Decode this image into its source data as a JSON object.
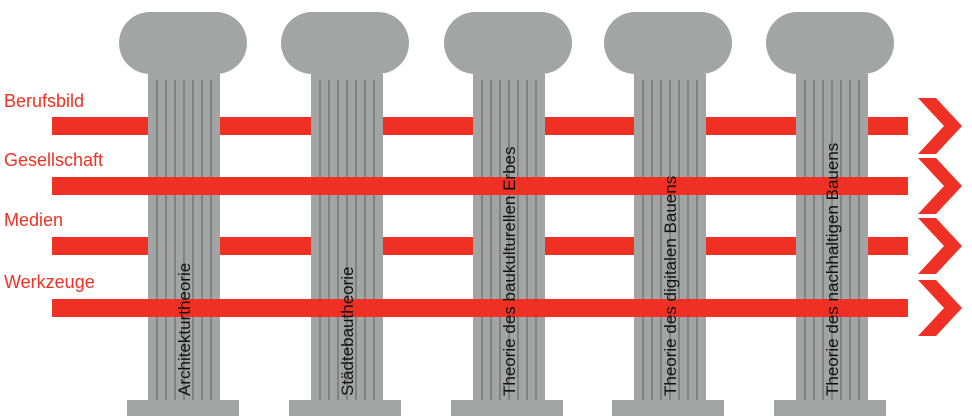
{
  "colors": {
    "pillar": "#a3a5a5",
    "flute_line": "#5f6161",
    "band": "#ee3124",
    "row_label": "#ee3124",
    "pillar_label": "#111111",
    "background": "#ffffff"
  },
  "rows": [
    {
      "label": "Berufsbild"
    },
    {
      "label": "Gesellschaft"
    },
    {
      "label": "Medien"
    },
    {
      "label": "Werkzeuge"
    }
  ],
  "pillars": [
    {
      "label": "Architekturtheorie"
    },
    {
      "label": "Städtebautheorie"
    },
    {
      "label": "Theorie des baukulturellen Erbes"
    },
    {
      "label": "Theorie des digitalen Bauens"
    },
    {
      "label": "Theorie des nachhaltigen Bauens"
    }
  ]
}
